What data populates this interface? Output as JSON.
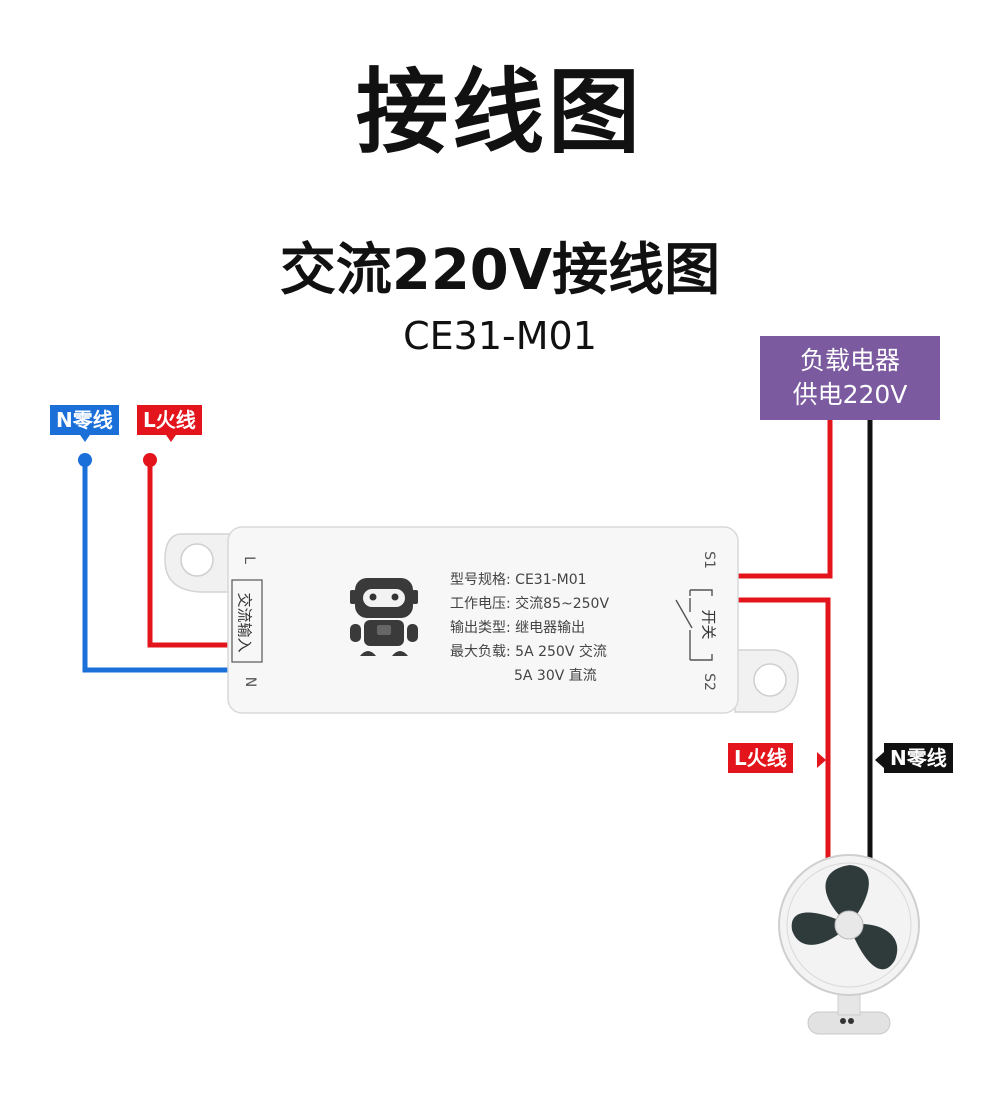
{
  "title": "接线图",
  "subtitle": "交流220V接线图",
  "model": "CE31-M01",
  "wire_tags": {
    "n_left": "N零线",
    "l_left": "L火线",
    "l_right": "L火线",
    "n_right": "N零线"
  },
  "load_box": {
    "line1": "负载电器",
    "line2": "供电220V"
  },
  "module": {
    "terminal_l": "L",
    "terminal_n": "N",
    "input_label": "交流输入",
    "s1_top": "S1",
    "s2_bottom": "S2",
    "relay_label": "开关",
    "specs": [
      {
        "key": "型号规格:",
        "val": "CE31-M01"
      },
      {
        "key": "工作电压:",
        "val": "交流85~250V"
      },
      {
        "key": "输出类型:",
        "val": "继电器输出"
      },
      {
        "key": "最大负载:",
        "val": "5A 250V  交流"
      },
      {
        "key": "",
        "val": "5A 30V    直流"
      }
    ]
  },
  "colors": {
    "neutral_left": "#1a6fd8",
    "live": "#e3141b",
    "neutral_right": "#111111",
    "load_box": "#7b5aa0"
  },
  "icons": [
    "robot-icon",
    "fan-icon",
    "relay-switch-icon"
  ]
}
